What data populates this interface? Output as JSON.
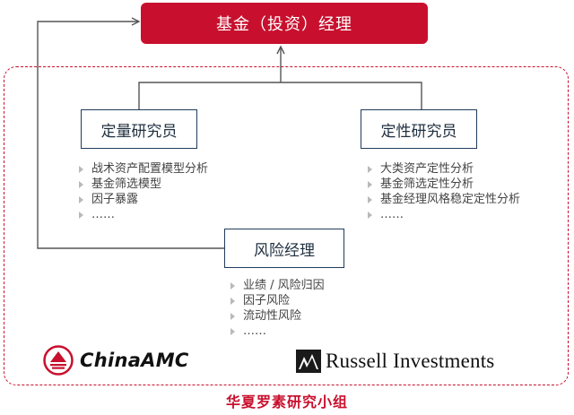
{
  "top_box": {
    "label": "基金（投资）经理"
  },
  "quant": {
    "title": "定量研究员",
    "items": [
      "战术资产配置模型分析",
      "基金筛选模型",
      "因子暴露",
      "……"
    ]
  },
  "qual": {
    "title": "定性研究员",
    "items": [
      "大类资产定性分析",
      "基金筛选定性分析",
      "基金经理风格稳定定性分析",
      "……"
    ]
  },
  "risk": {
    "title": "风险经理",
    "items": [
      "业绩 / 风险归因",
      "因子风险",
      "流动性风险",
      "……"
    ]
  },
  "logos": {
    "china_amc": "ChinaAMC",
    "russell": "Russell Investments"
  },
  "footer": {
    "label": "华夏罗素研究小组"
  },
  "colors": {
    "accent": "#c8102e",
    "box_border": "#1f3d5c",
    "line": "#555555"
  }
}
